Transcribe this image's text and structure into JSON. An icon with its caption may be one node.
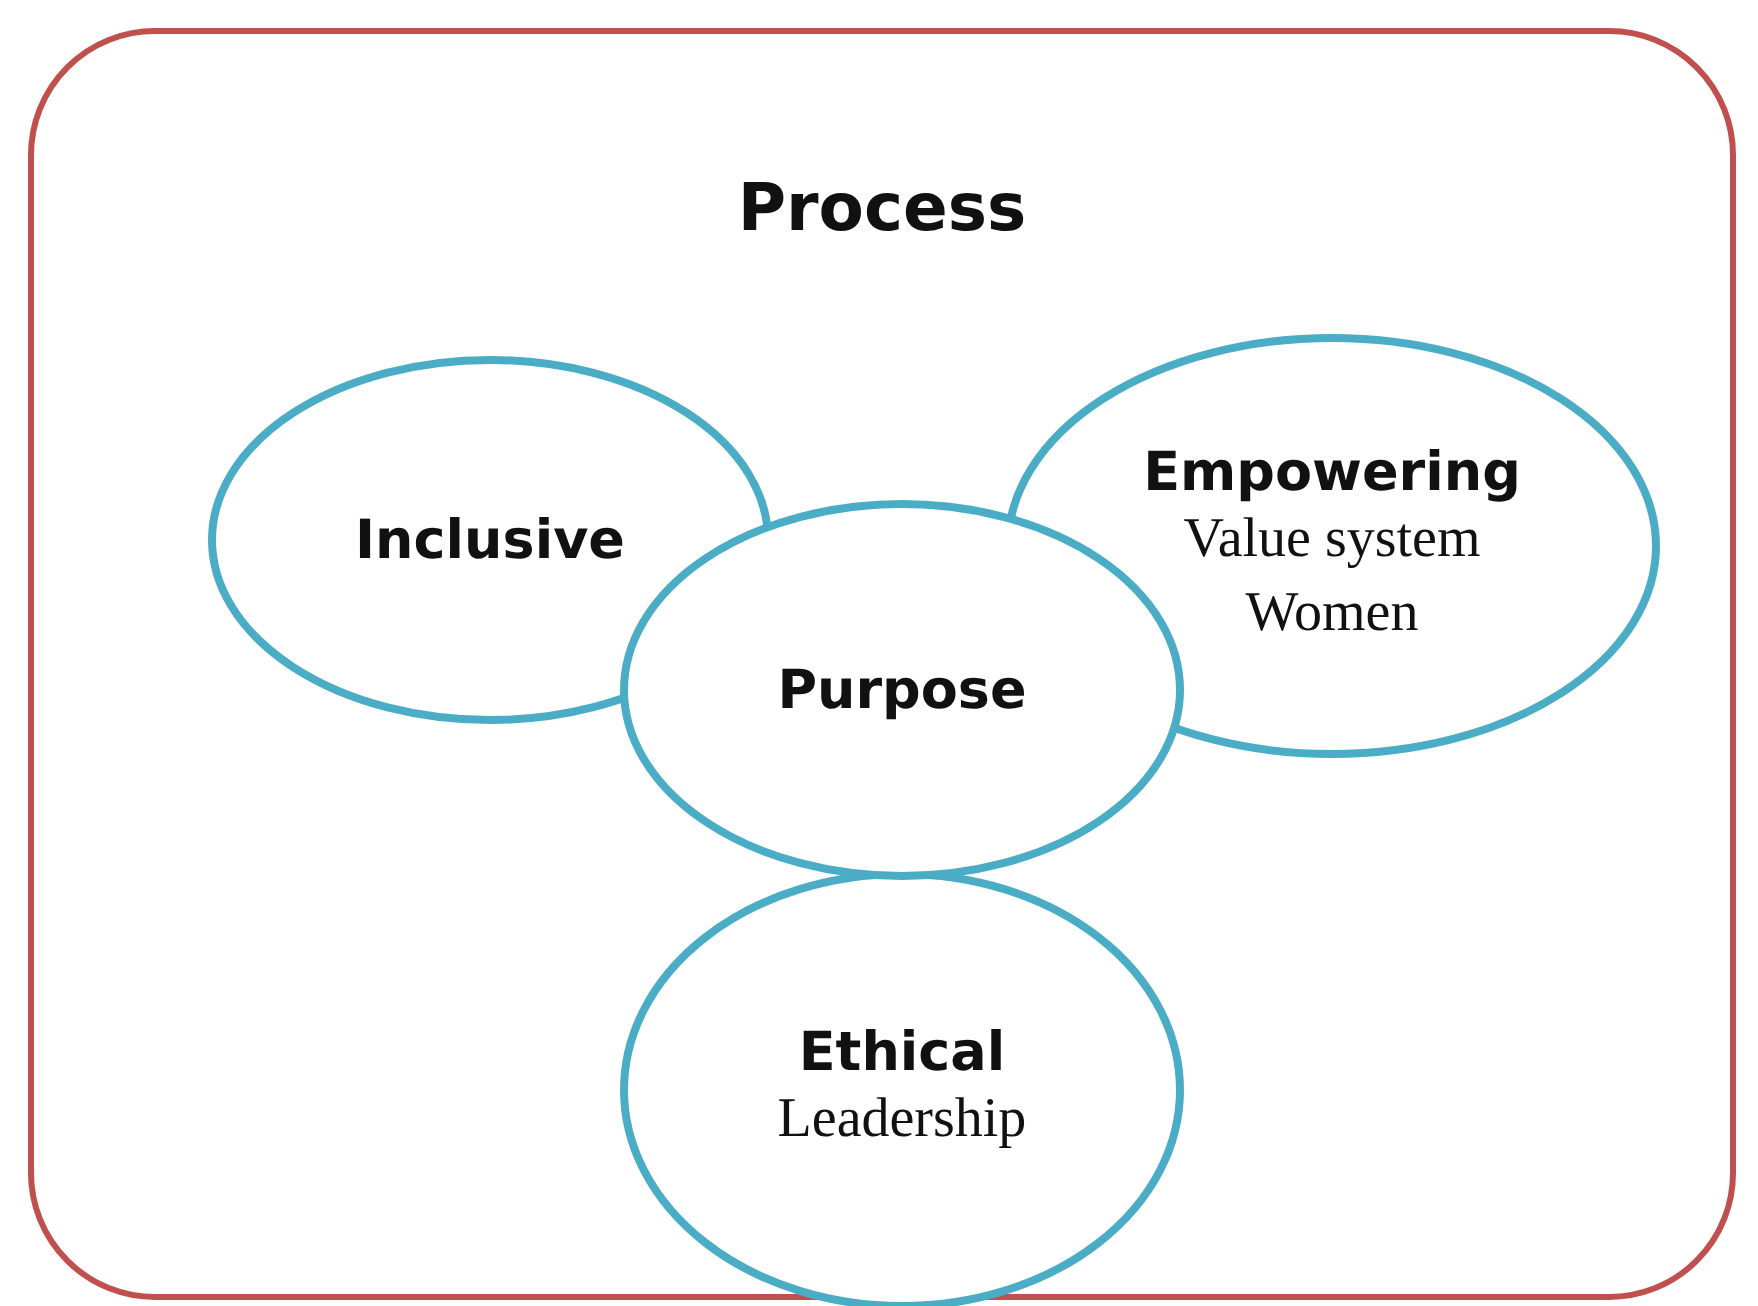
{
  "diagram": {
    "nodes": [
      {
        "text": [
          "Process"
        ]
      },
      {
        "text": [
          "Inclusive"
        ],
        "in": 0
      },
      {
        "text": [
          "Empowering",
          "Value system Women"
        ],
        "in": 0
      },
      {
        "text": [
          "Purpose"
        ],
        "in": 0
      },
      {
        "text": [
          "Ethical",
          "Leadership"
        ],
        "in": 0
      }
    ],
    "edges": []
  }
}
